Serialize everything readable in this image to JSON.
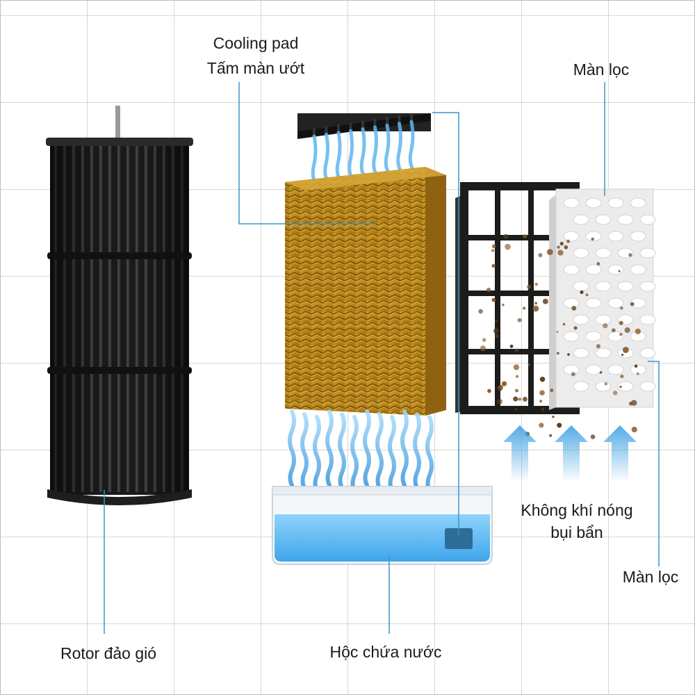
{
  "colors": {
    "leader_line": "#3e93c9",
    "rotor": "#232323",
    "cooling_pad": "#c8911c",
    "water": "#5cb8ee",
    "filter_frame": "#1c1c1c",
    "filter_mesh": "#ececec",
    "dust": "#8a5a2b",
    "air_arrow": "#4aa7e4"
  },
  "labels": {
    "cooling_pad_en": "Cooling pad",
    "cooling_pad_vi": "Tấm màn ướt",
    "filter_top": "Màn lọc",
    "filter_bottom": "Màn lọc",
    "hot_air_line1": "Không khí nóng",
    "hot_air_line2": "bụi bẩn",
    "rotor": "Rotor đảo gió",
    "water_tank": "Hộc chứa nước"
  },
  "icons": {
    "rotor": "cylindrical-fan-rotor-icon",
    "cooling_pad": "honeycomb-pad-icon",
    "water_tank": "water-tank-icon",
    "grid_filter": "grid-frame-filter-icon",
    "mesh_filter": "perforated-mesh-filter-icon",
    "air_flow": "upward-air-arrow-icon"
  }
}
